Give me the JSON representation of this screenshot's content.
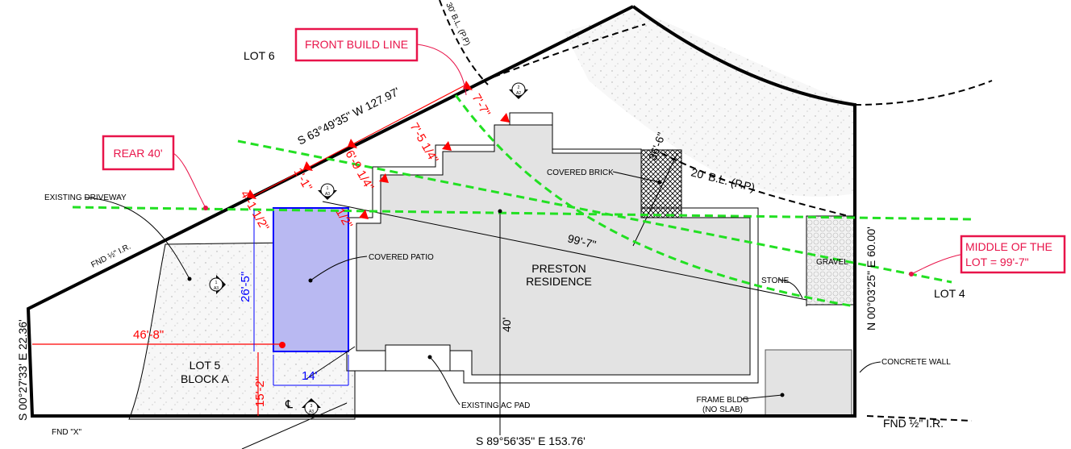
{
  "title": "Preston Residence Site Plan",
  "colors": {
    "setback": "#22e022",
    "dimension": "#ff0000",
    "patio": "#b9b9f2",
    "patio_stroke": "#0000ff",
    "callout": "#e8144a",
    "house": "#e3e3e3"
  },
  "callouts": {
    "front_build_line": "FRONT BUILD LINE",
    "rear": "REAR 40'",
    "middle_line1": "MIDDLE OF THE",
    "middle_line2": "LOT = 99'-7\""
  },
  "labels": {
    "lot6": "LOT 6",
    "lot4": "LOT 4",
    "lot5": "LOT 5",
    "block_a": "BLOCK A",
    "house1": "PRESTON",
    "house2": "RESIDENCE",
    "existing_driveway": "EXISTING DRIVEWAY",
    "covered_patio": "COVERED PATIO",
    "covered_brick": "COVERED BRICK",
    "gravel": "GRAVEL",
    "stone": "STONE",
    "concrete_wall": "CONCRETE WALL",
    "frame_bldg1": "FRAME BLDG",
    "frame_bldg2": "(NO SLAB)",
    "existing_ac_pad": "EXISTING AC PAD",
    "fnd_ir_left": "FND ½\" I.R.",
    "fnd_x": "FND \"X\"",
    "fnd_ir_right": "FND ½\" I.R.",
    "bl_30": "30' B.L. (P.P)",
    "bl_20": "20' B.L. (P.P)",
    "cl": "℄"
  },
  "bearings": {
    "north": "S 63°49'35\" W 127.97'",
    "west": "S 00°27'33' E 22.36'",
    "east": "N 00°03'25\" E 60.00'",
    "south": "S 89°56'35\" E 153.76'"
  },
  "dimensions": {
    "d_46_8": "46'-8\"",
    "d_15_2": "15'-2\"",
    "d_26_5": "26'-5\"",
    "d_14": "14'",
    "d_40": "40'",
    "d_99_7": "99'-7\"",
    "d_36_6": "36'-6\"",
    "d_7_7": "7'-7\"",
    "d_7_5": "7'-5 1/4\"",
    "d_6_9": "6'-9 1/4\"",
    "d_1_1": "1'-1\"",
    "d_4_1": "4'-1 1/2\"",
    "d_1_2": "1/2\""
  },
  "section_markers": [
    {
      "num": "2",
      "sheet": "A2"
    },
    {
      "num": "1",
      "sheet": "A3"
    },
    {
      "num": "1",
      "sheet": "A3"
    },
    {
      "num": "3",
      "sheet": "A3"
    }
  ]
}
